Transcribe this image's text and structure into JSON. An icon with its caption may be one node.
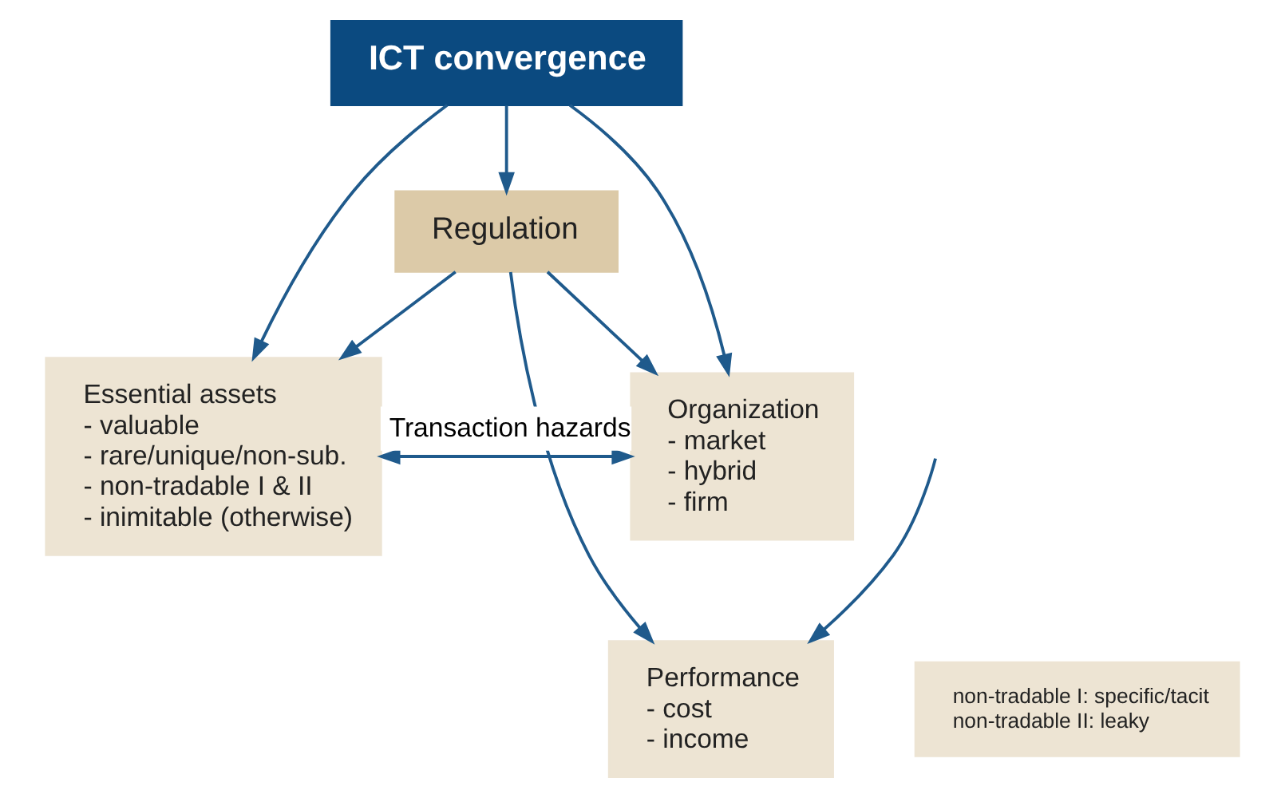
{
  "diagram": {
    "nodes": [
      {
        "text": [
          "ICT convergence"
        ]
      },
      {
        "text": [
          "Regulation"
        ]
      },
      {
        "text": [
          "Essential assets",
          "- valuable",
          "- rare/unique/non-sub.",
          "- non-tradable I & II",
          "- inimitable (otherwise)"
        ]
      },
      {
        "text": [
          "Organization",
          "- market",
          "- hybrid",
          "- firm"
        ]
      },
      {
        "text": [
          "Performance",
          "- cost",
          "- income"
        ]
      },
      {
        "text": [
          "non-tradable I: specific/tacit",
          "non-tradable II: leaky"
        ]
      }
    ],
    "edges": [
      {
        "from": 0,
        "to": 2,
        "arrow": "to"
      },
      {
        "from": 0,
        "to": 1,
        "arrow": "to"
      },
      {
        "from": 0,
        "to": 3,
        "arrow": "to"
      },
      {
        "from": 1,
        "to": 2,
        "arrow": "to"
      },
      {
        "from": 1,
        "to": 3,
        "arrow": "to"
      },
      {
        "from": 2,
        "to": 3,
        "arrow": "both",
        "label": "Transaction hazards"
      },
      {
        "from": null,
        "to": 4,
        "arrow": "to"
      },
      {
        "from": 1,
        "to": 4,
        "arrow": "to"
      }
    ]
  }
}
